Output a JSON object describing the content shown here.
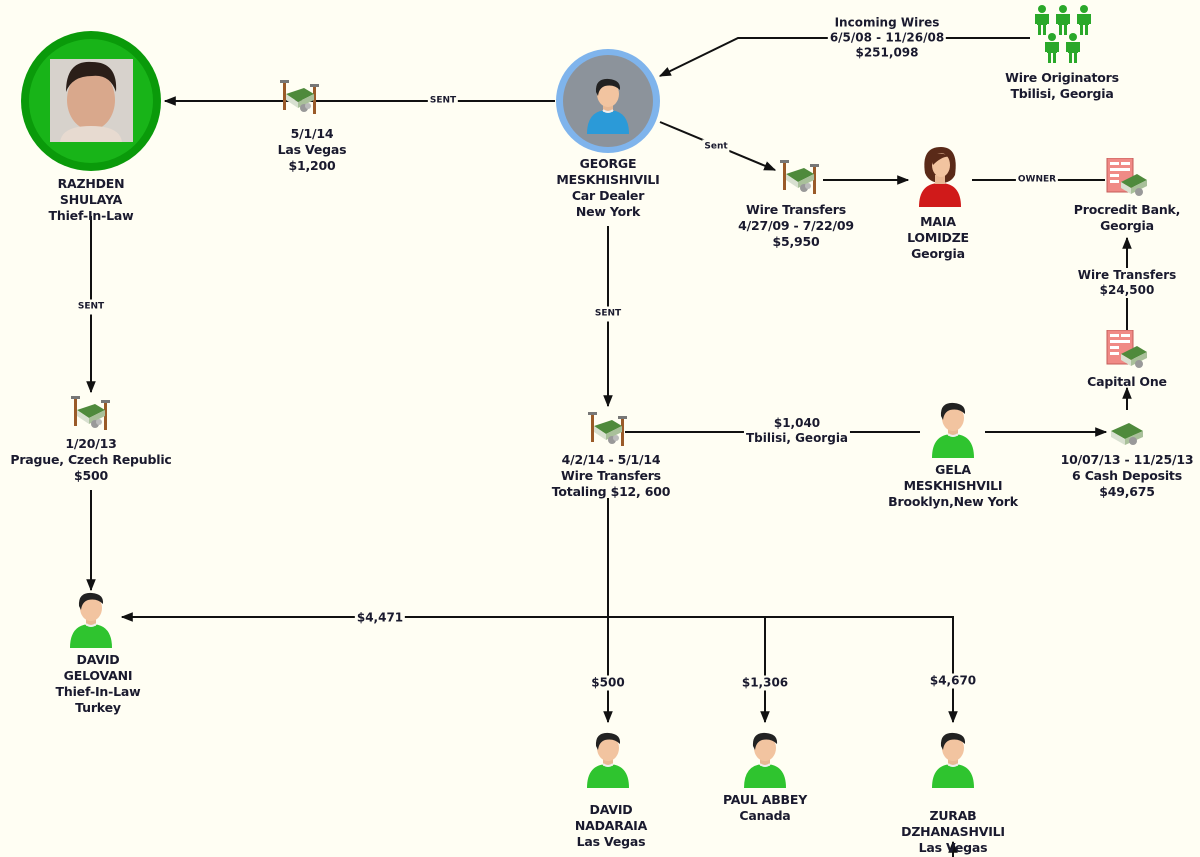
{
  "nodes": {
    "razhden": {
      "lines": [
        "RAZHDEN",
        "SHULAYA",
        "Thief-In-Law"
      ],
      "icon": "photo-portrait"
    },
    "george": {
      "lines": [
        "GEORGE",
        "MESKHISHIVILI",
        "Car Dealer",
        "New York"
      ],
      "icon": "person-blue"
    },
    "wire_originators": {
      "lines": [
        "Wire Originators",
        "Tbilisi, Georgia"
      ],
      "icon": "group-people"
    },
    "txn_las_vegas": {
      "lines": [
        "5/1/14",
        "Las Vegas",
        "$1,200"
      ],
      "icon": "money-transfer"
    },
    "txn_wire_2009": {
      "lines": [
        "Wire Transfers",
        "4/27/09 - 7/22/09",
        "$5,950"
      ],
      "icon": "money-transfer"
    },
    "maia": {
      "lines": [
        "MAIA",
        "LOMIDZE",
        "Georgia"
      ],
      "icon": "person-female"
    },
    "procredit": {
      "lines": [
        "Procredit Bank,",
        "Georgia"
      ],
      "icon": "bank-account"
    },
    "txn_prague": {
      "lines": [
        "1/20/13",
        "Prague, Czech Republic",
        "$500"
      ],
      "icon": "money-transfer"
    },
    "txn_wire_2014": {
      "lines": [
        "4/2/14 - 5/1/14",
        "Wire Transfers",
        "Totaling $12, 600"
      ],
      "icon": "money-transfer"
    },
    "gela": {
      "lines": [
        "GELA",
        "MESKHISHVILI",
        "Brooklyn,New York"
      ],
      "icon": "person-green"
    },
    "capital_one": {
      "lines": [
        "Capital One"
      ],
      "icon": "bank-account"
    },
    "cash_deposits": {
      "lines": [
        "10/07/13 - 11/25/13",
        "6 Cash Deposits",
        "$49,675"
      ],
      "icon": "money-stack"
    },
    "david_gelovani": {
      "lines": [
        "DAVID",
        "GELOVANI",
        "Thief-In-Law",
        "Turkey"
      ],
      "icon": "person-green"
    },
    "david_nadaraia": {
      "lines": [
        "DAVID",
        "NADARAIA",
        "Las Vegas"
      ],
      "icon": "person-green"
    },
    "paul_abbey": {
      "lines": [
        "PAUL ABBEY",
        "Canada"
      ],
      "icon": "person-green"
    },
    "zurab": {
      "lines": [
        "ZURAB",
        "DZHANASHVILI",
        "Las Vegas"
      ],
      "icon": "person-green"
    }
  },
  "edges": {
    "incoming_wires": {
      "lines": [
        "Incoming Wires",
        "6/5/08 - 11/26/08",
        "$251,098"
      ]
    },
    "george_to_lv": {
      "label": "SENT"
    },
    "george_to_wire2009": {
      "label": "Sent"
    },
    "maia_procredit": {
      "label": "OWNER"
    },
    "capital_to_procredit": {
      "lines": [
        "Wire Transfers",
        "$24,500"
      ]
    },
    "razhden_to_prague": {
      "label": "SENT"
    },
    "george_to_wire2014": {
      "label": "SENT"
    },
    "wire2014_to_gela": {
      "lines": [
        "$1,040",
        "Tbilisi, Georgia"
      ]
    },
    "to_gelovani": {
      "label": "$4,471"
    },
    "to_nadaraia": {
      "label": "$500"
    },
    "to_abbey": {
      "label": "$1,306"
    },
    "to_zurab": {
      "label": "$4,670"
    }
  },
  "colors": {
    "background": "#fffef3",
    "edge": "#111111",
    "text": "#1a1a2e",
    "green_ring": "#0a9a0a",
    "blue_ring": "#7fb4ec",
    "shirt_green": "#2fc42f",
    "shirt_blue": "#2b9ad8",
    "shirt_red": "#d01a1a",
    "bank_form": "#f08a86"
  }
}
